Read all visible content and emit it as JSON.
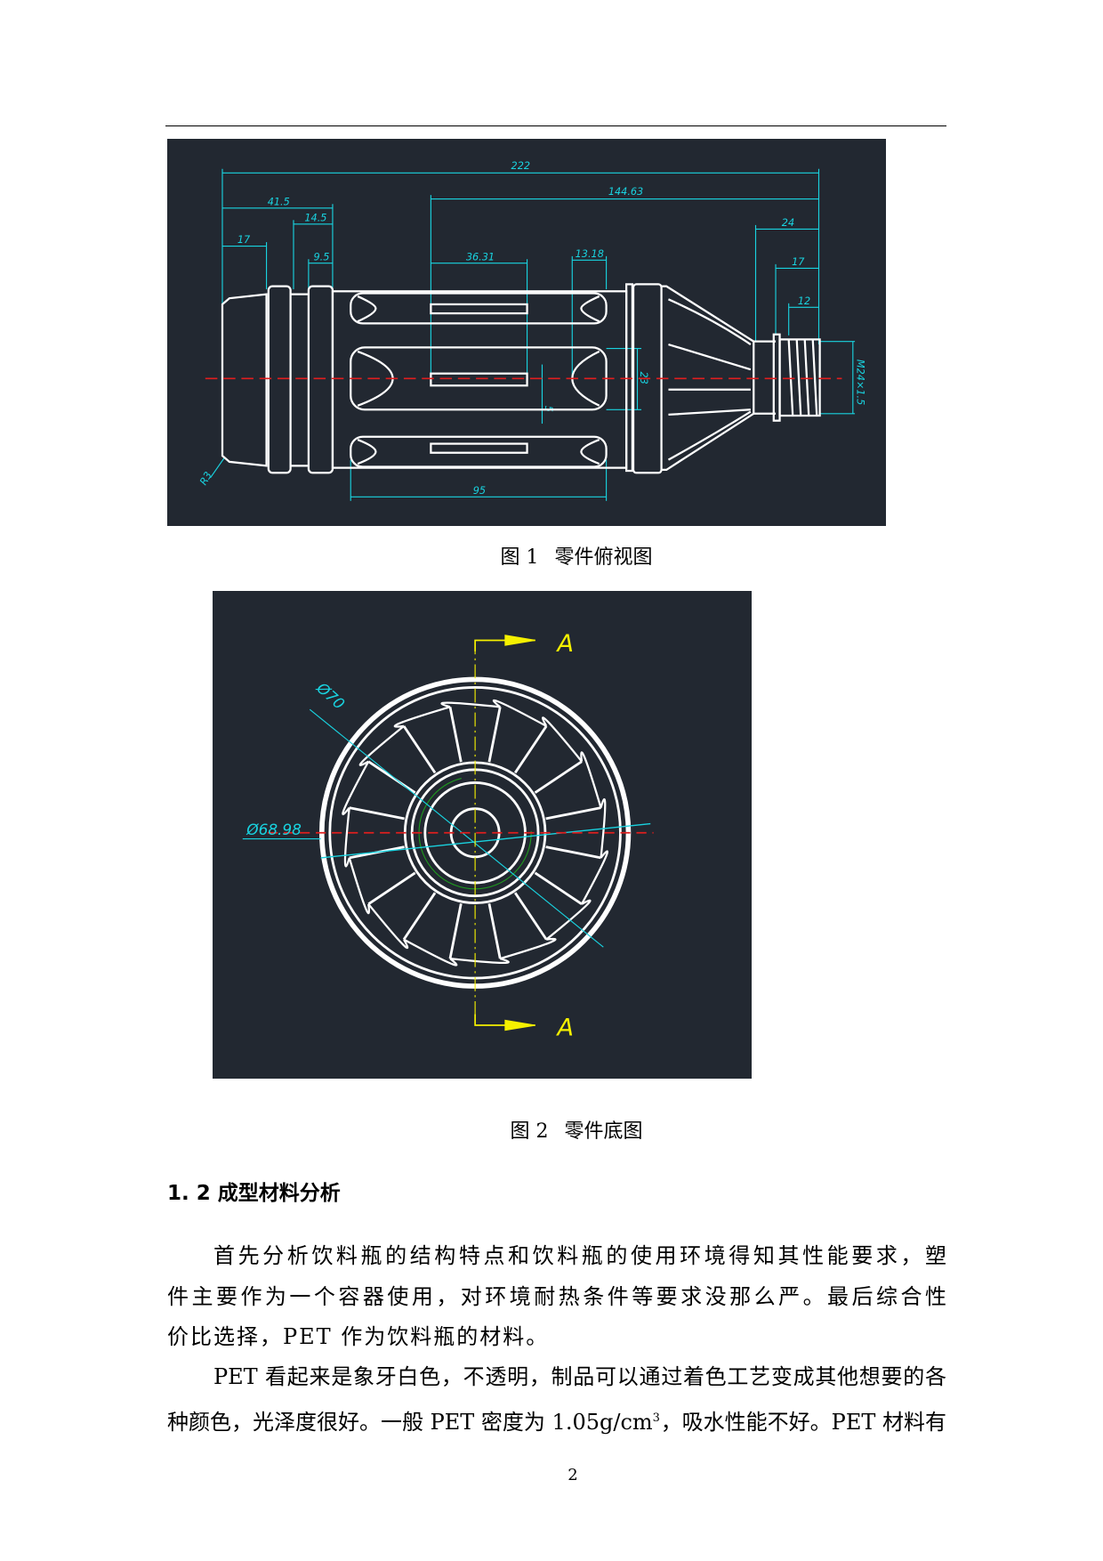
{
  "figure1": {
    "caption_num": "图 1",
    "caption_text": "零件俯视图",
    "dimensions": {
      "overall_length": "222",
      "d144": "144.63",
      "d41": "41.5",
      "d14": "14.5",
      "d17_left": "17",
      "d9": "9.5",
      "d36": "36.31",
      "d13": "13.18",
      "d24": "24",
      "d17_right": "17",
      "d12": "12",
      "d95": "95",
      "d23": "23",
      "d5": "5",
      "thread": "M24×1.5",
      "radius": "R3"
    }
  },
  "figure2": {
    "caption_num": "图 2",
    "caption_text": "零件底图",
    "dimensions": {
      "outer_diameter": "Ø70",
      "inner_diameter": "Ø68.98"
    },
    "section_label_top": "A",
    "section_label_bottom": "A"
  },
  "section": {
    "heading": "1. 2 成型材料分析"
  },
  "body": {
    "lines": [
      "首先分析饮料瓶的结构特点和饮料瓶的使用环境得知其性能要求，塑",
      "件主要作为一个容器使用，对环境耐热条件等要求没那么严。最后综合性",
      "价比选择，PET 作为饮料瓶的材料。",
      "PET 看起来是象牙白色，不透明，制品可以通过着色工艺变成其他想要的各",
      "种颜色，光泽度很好。一般 PET 密度为 1.05g/cm",
      "3",
      "，吸水性能不好。PET 材料有"
    ]
  },
  "page_number": "2",
  "colors": {
    "drawing_bg": "#222831",
    "dimension": "#19d3e0",
    "outline": "#ffffff",
    "centerline": "#e01e1e",
    "section": "#f5f000",
    "thread_hint": "#1f9a1f"
  }
}
